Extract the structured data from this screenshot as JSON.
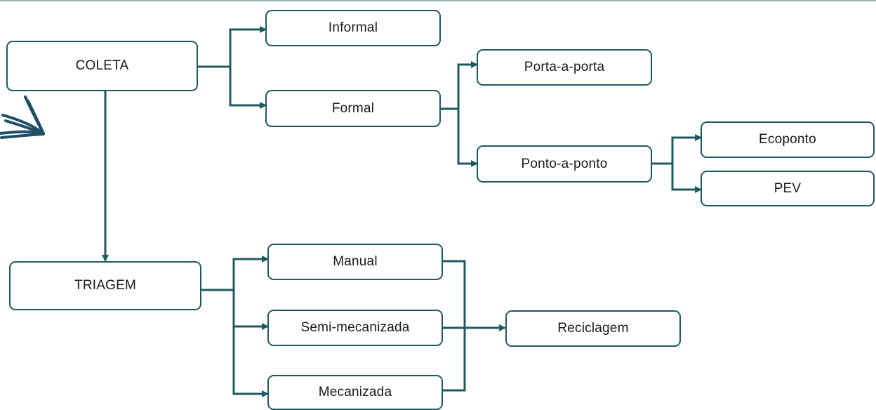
{
  "colors": {
    "accent": "#1f5a63",
    "text": "#1a1a1a",
    "background": "#ffffff"
  },
  "diagram": {
    "nodes": {
      "coleta": "COLETA",
      "informal": "Informal",
      "formal": "Formal",
      "porta": "Porta-a-porta",
      "ponto": "Ponto-a-ponto",
      "ecoponto": "Ecoponto",
      "pev": "PEV",
      "triagem": "TRIAGEM",
      "manual": "Manual",
      "semi": "Semi-mecanizada",
      "mecanizada": "Mecanizada",
      "reciclagem": "Reciclagem"
    }
  }
}
